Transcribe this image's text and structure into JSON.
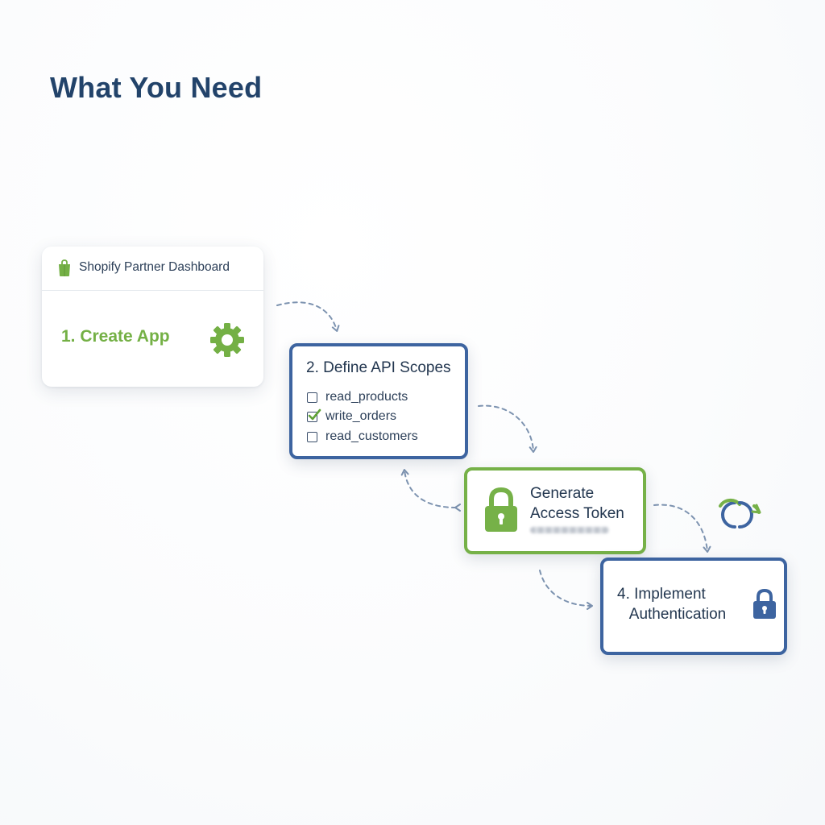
{
  "title": "What You Need",
  "colors": {
    "title": "#22436a",
    "green_accent": "#76b148",
    "blue_accent": "#3d64a0",
    "connector": "#7d93b0"
  },
  "steps": {
    "create_app": {
      "header": "Shopify Partner Dashboard",
      "header_icon": "shopify-bag-icon",
      "label": "1. Create App",
      "icon": "gear-icon"
    },
    "define_scopes": {
      "title": "2. Define API Scopes",
      "scopes": [
        {
          "label": "read_products",
          "checked": false
        },
        {
          "label": "write_orders",
          "checked": true
        },
        {
          "label": "read_customers",
          "checked": false
        }
      ]
    },
    "generate_token": {
      "title": "Generate\nAccess Token",
      "icon": "lock-icon",
      "token_masked": true
    },
    "implement_auth": {
      "title": "4. Implement\n   Authentication",
      "icon": "lock-icon"
    },
    "sync_icon": "sync-icon"
  }
}
